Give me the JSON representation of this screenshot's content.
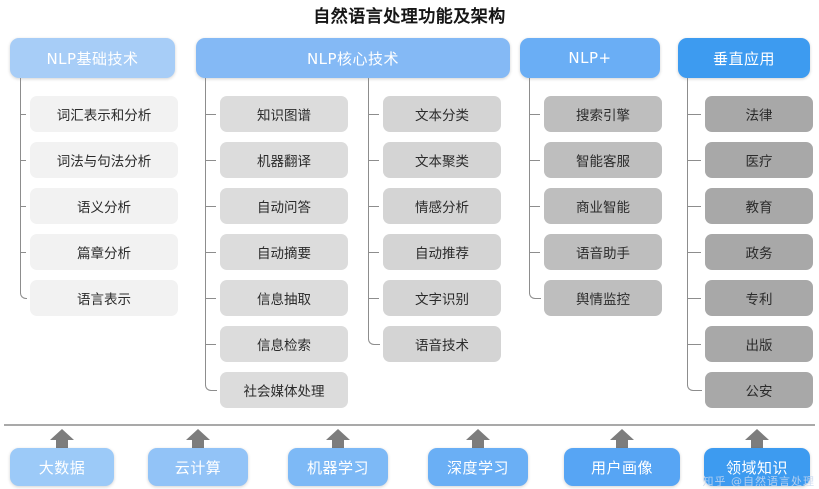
{
  "title": "自然语言处理功能及架构",
  "columns": [
    {
      "id": "nlp-basic",
      "header": "NLP基础技术",
      "header_color": "#a7cdf7",
      "item_color": "#f2f2f2",
      "items": [
        "词汇表示和分析",
        "词法与句法分析",
        "语义分析",
        "篇章分析",
        "语言表示"
      ]
    },
    {
      "id": "nlp-core-a",
      "header": "NLP核心技术",
      "header_color": "#84b9f5",
      "item_color": "#dcdcdc",
      "items": [
        "知识图谱",
        "机器翻译",
        "自动问答",
        "自动摘要",
        "信息抽取",
        "信息检索",
        "社会媒体处理"
      ]
    },
    {
      "id": "nlp-core-b",
      "header": "",
      "header_color": "#84b9f5",
      "item_color": "#d4d4d4",
      "items": [
        "文本分类",
        "文本聚类",
        "情感分析",
        "自动推荐",
        "文字识别",
        "语音技术"
      ]
    },
    {
      "id": "nlp-plus",
      "header": "NLP+",
      "header_color": "#6aaef5",
      "item_color": "#bebebe",
      "items": [
        "搜索引擎",
        "智能客服",
        "商业智能",
        "语音助手",
        "舆情监控"
      ]
    },
    {
      "id": "vertical-apps",
      "header": "垂直应用",
      "header_color": "#3d9bf0",
      "item_color": "#a8a8a8",
      "items": [
        "法律",
        "医疗",
        "教育",
        "政务",
        "专利",
        "出版",
        "公安"
      ]
    }
  ],
  "foundation": {
    "arrow_color": "#7d7d7d",
    "rule_color": "#a9a9a9",
    "items": [
      {
        "label": "大数据",
        "color": "#9ccaf8"
      },
      {
        "label": "云计算",
        "color": "#92c3f7"
      },
      {
        "label": "机器学习",
        "color": "#7db9f6"
      },
      {
        "label": "深度学习",
        "color": "#6aaff5"
      },
      {
        "label": "用户画像",
        "color": "#57a5f4"
      },
      {
        "label": "领域知识",
        "color": "#3d9bf0"
      }
    ]
  },
  "watermark": "知乎 @自然语言处理"
}
